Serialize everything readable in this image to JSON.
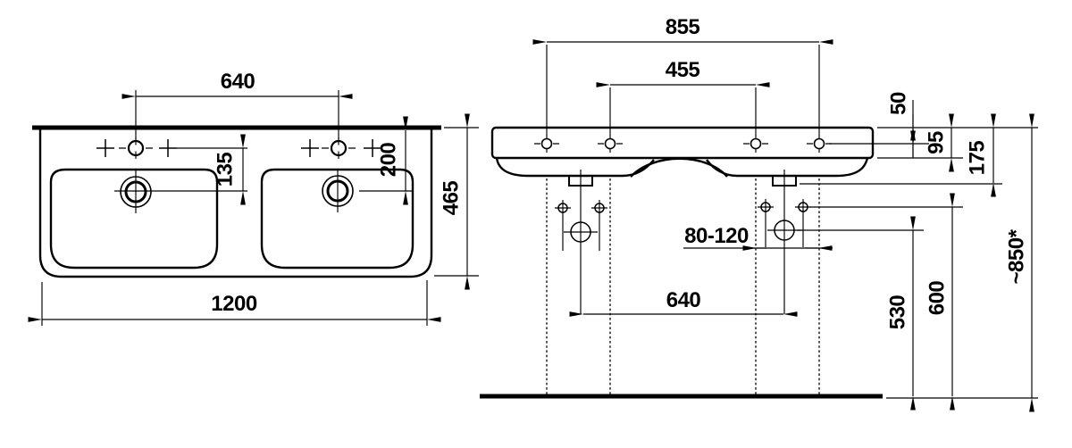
{
  "drawing_title": "double-washbasin-dimension-drawing",
  "units": "mm",
  "plan_view": {
    "tap_hole_spacing": "640",
    "tap_to_drain": "135",
    "back_edge_to_drain": "200",
    "depth": "465",
    "width": "1200"
  },
  "front_view": {
    "outer_fixing_hole_spacing": "855",
    "inner_fixing_hole_spacing": "455",
    "rim_to_hole_line": "50",
    "front_edge_height": "95",
    "body_height": "175",
    "supply_offset_range": "80-120",
    "drain_spacing": "640",
    "drain_height": "530",
    "supply_height": "600",
    "rim_height": "~850*"
  },
  "line_color": "#000000",
  "background_color": "#ffffff"
}
